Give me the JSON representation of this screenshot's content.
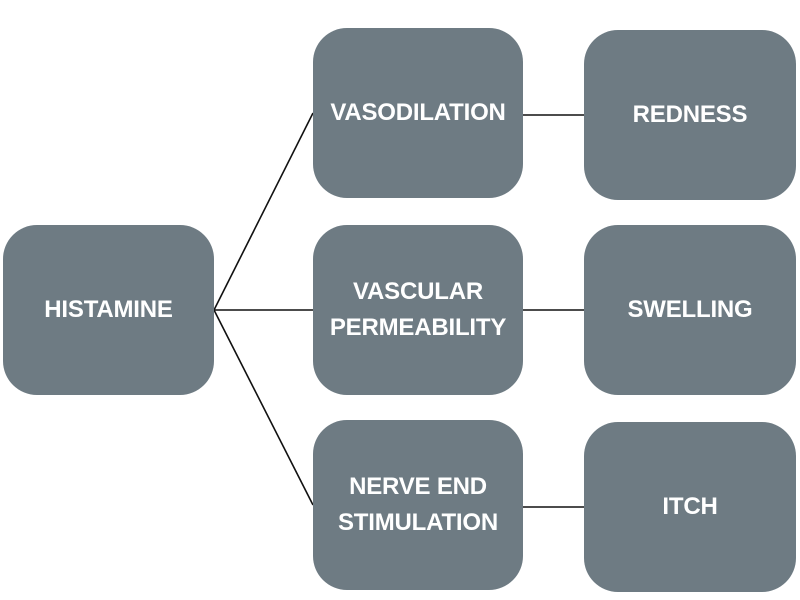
{
  "diagram": {
    "root": {
      "id": "histamine",
      "label": "HISTAMINE"
    },
    "effects": [
      {
        "id": "vasodilation",
        "label": "VASODILATION"
      },
      {
        "id": "vascular-permeability",
        "label": "VASCULAR\nPERMEABILITY"
      },
      {
        "id": "nerve-end-stimulation",
        "label": "NERVE END\nSTIMULATION"
      }
    ],
    "outcomes": [
      {
        "id": "redness",
        "label": "REDNESS"
      },
      {
        "id": "swelling",
        "label": "SWELLING"
      },
      {
        "id": "itch",
        "label": "ITCH"
      }
    ],
    "edges": [
      [
        "histamine",
        "vasodilation"
      ],
      [
        "histamine",
        "vascular-permeability"
      ],
      [
        "histamine",
        "nerve-end-stimulation"
      ],
      [
        "vasodilation",
        "redness"
      ],
      [
        "vascular-permeability",
        "swelling"
      ],
      [
        "nerve-end-stimulation",
        "itch"
      ]
    ],
    "colors": {
      "node_fill": "#6e7b83",
      "node_text": "#ffffff",
      "connector": "#111111",
      "background": "#ffffff"
    }
  }
}
